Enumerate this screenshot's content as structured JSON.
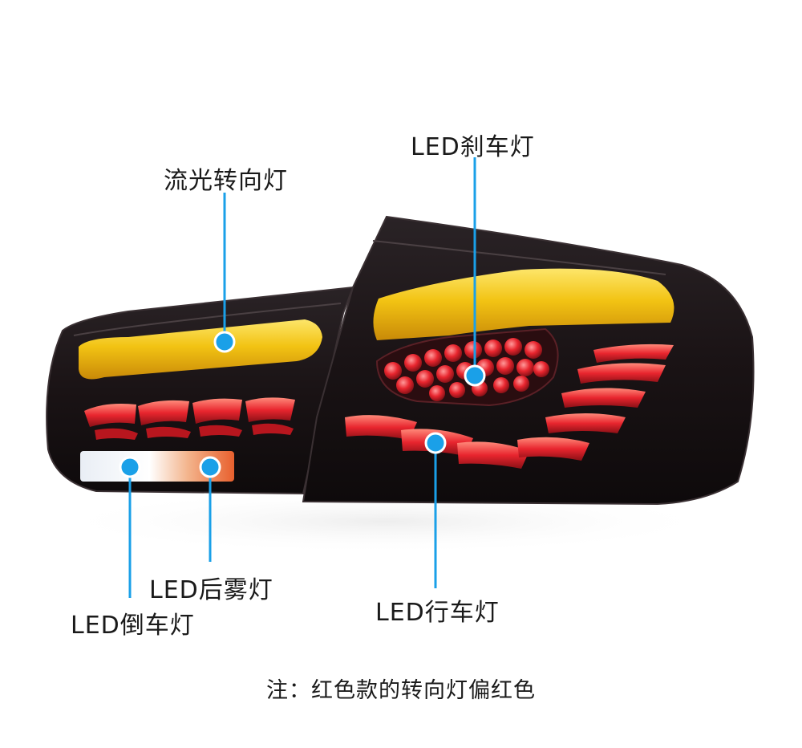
{
  "callouts": {
    "sequential_turn_signal": "流光转向灯",
    "led_brake_light": "LED刹车灯",
    "led_rear_fog_light": "LED后雾灯",
    "led_reverse_light": "LED倒车灯",
    "led_running_light": "LED行车灯"
  },
  "note": "注：红色款的转向灯偏红色",
  "colors": {
    "callout_line": "#1aa0e8",
    "turn_signal": "#f2c313",
    "led_red": "#e8252e",
    "housing": "#1c1416"
  }
}
